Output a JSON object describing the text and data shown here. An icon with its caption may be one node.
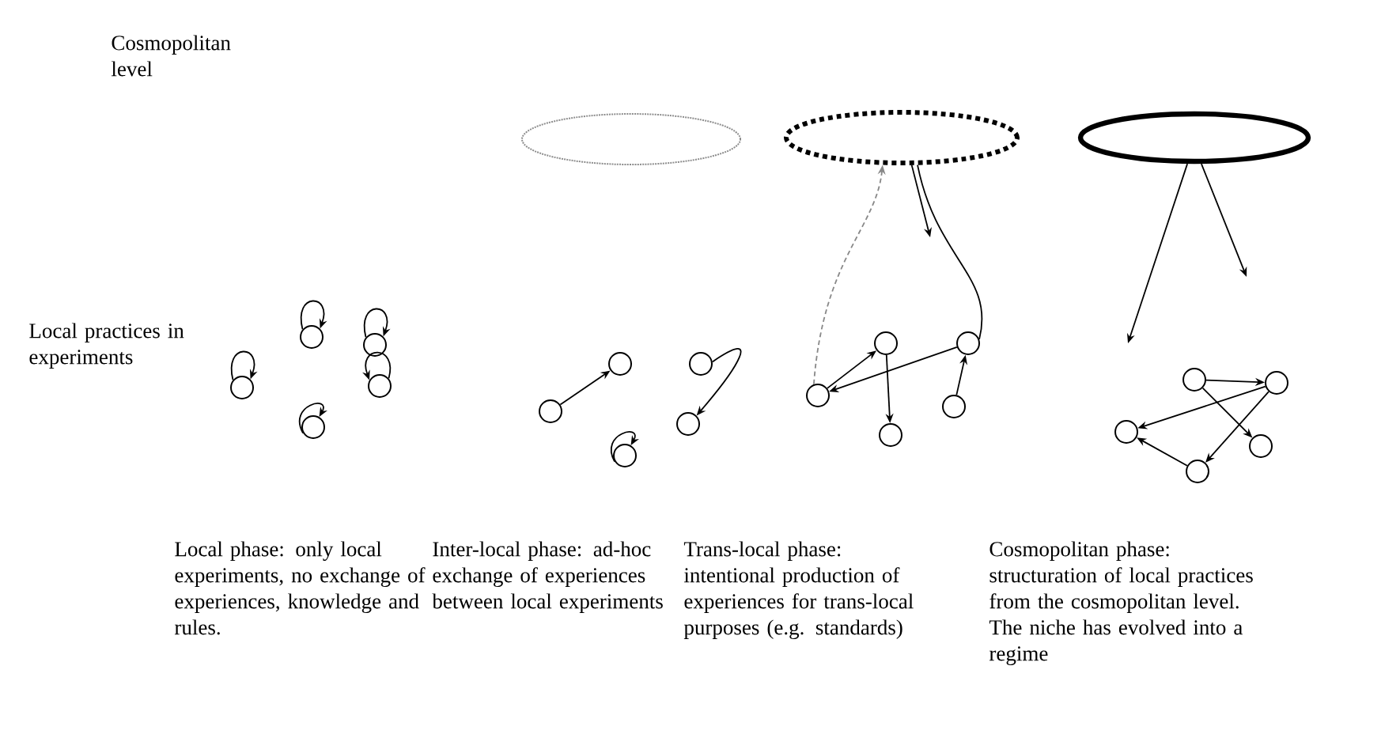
{
  "diagram": {
    "nodes": [
      {
        "text": [],
        "shape": "circle"
      },
      {
        "text": [],
        "shape": "circle"
      },
      {
        "text": [],
        "shape": "circle"
      },
      {
        "text": [],
        "shape": "circle"
      },
      {
        "text": [],
        "shape": "circle"
      },
      {
        "text": [],
        "shape": "ellipse"
      },
      {
        "text": [],
        "shape": "circle"
      },
      {
        "text": [],
        "shape": "circle"
      },
      {
        "text": [],
        "shape": "circle"
      },
      {
        "text": [],
        "shape": "circle"
      },
      {
        "text": [],
        "shape": "circle"
      },
      {
        "text": [],
        "shape": "ellipse"
      },
      {
        "text": [],
        "shape": "circle"
      },
      {
        "text": [],
        "shape": "circle"
      },
      {
        "text": [],
        "shape": "circle"
      },
      {
        "text": [],
        "shape": "circle"
      },
      {
        "text": [],
        "shape": "circle"
      },
      {
        "text": [],
        "shape": "ellipse"
      },
      {
        "text": [],
        "shape": "circle"
      },
      {
        "text": [],
        "shape": "circle"
      },
      {
        "text": [],
        "shape": "circle"
      },
      {
        "text": [],
        "shape": "circle"
      },
      {
        "text": [],
        "shape": "circle"
      }
    ],
    "edges": [
      {
        "from": 0,
        "to": 0,
        "arrow": "to"
      },
      {
        "from": 1,
        "to": 1,
        "arrow": "to"
      },
      {
        "from": 2,
        "to": 2,
        "arrow": "to"
      },
      {
        "from": 3,
        "to": 3,
        "arrow": "to"
      },
      {
        "from": 4,
        "to": 4,
        "arrow": "to"
      },
      {
        "from": 6,
        "to": 7,
        "arrow": "to"
      },
      {
        "from": 8,
        "to": 9,
        "arrow": "to"
      },
      {
        "from": 10,
        "to": 10,
        "arrow": "to"
      },
      {
        "from": 12,
        "to": 13,
        "arrow": "to"
      },
      {
        "from": 14,
        "to": 12,
        "arrow": "to"
      },
      {
        "from": 13,
        "to": 16,
        "arrow": "to"
      },
      {
        "from": 15,
        "to": 14,
        "arrow": "to"
      },
      {
        "from": 12,
        "to": 11,
        "arrow": "to",
        "style": "dashed",
        "color": "#888888"
      },
      {
        "from": 11,
        "to": null,
        "arrow": "to"
      },
      {
        "from": 14,
        "to": 11,
        "arrow": "none"
      },
      {
        "from": 17,
        "to": null,
        "arrow": "to"
      },
      {
        "from": 17,
        "to": null,
        "arrow": "to"
      },
      {
        "from": 18,
        "to": 19,
        "arrow": "to"
      },
      {
        "from": 19,
        "to": 20,
        "arrow": "to"
      },
      {
        "from": 18,
        "to": 21,
        "arrow": "to"
      },
      {
        "from": 19,
        "to": 22,
        "arrow": "to"
      },
      {
        "from": 22,
        "to": 20,
        "arrow": "to"
      }
    ],
    "labels": [
      "Cosmopolitan level",
      "Local practices in experiments",
      "Local phase: only local experiments, no exchange of experiences, knowledge and rules.",
      "Inter-local phase: ad-hoc exchange of experiences between local experiments",
      "Trans-local phase: intentional production of experiences for trans-local purposes (e.g. standards)",
      "Cosmopolitan phase: structuration of local practices from the cosmopolitan level. The niche has evolved into a regime"
    ]
  }
}
